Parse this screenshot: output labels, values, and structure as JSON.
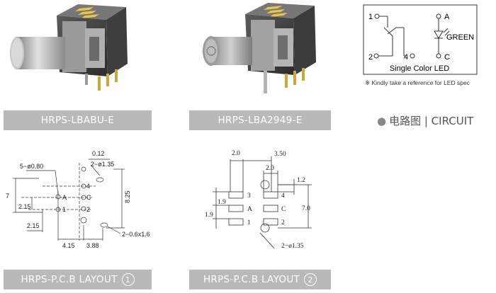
{
  "products": [
    {
      "caption": "HRPS-LBABU-E"
    },
    {
      "caption": "HRPS-LBA2949-E"
    }
  ],
  "circuit": {
    "label": "电路图 | CIRCUIT",
    "title": "Single Color LED",
    "pin1": "1",
    "pin2": "2",
    "pin4": "4",
    "pinA": "A",
    "pinC": "C",
    "led_color": "GREEN",
    "note": "※ Kindly take a reference for LED spec"
  },
  "layout1": {
    "caption": "HRPS-P.C.B LAYOUT",
    "number": "1",
    "dims": {
      "holes": "5−ø0.80",
      "w012": "0.12",
      "mount": "2−ø1.35",
      "h7": "7",
      "h215a": "2.15",
      "h215b": "2.15",
      "h825": "8.25",
      "slot": "2−0.6x1.6",
      "w415": "4.15",
      "w388": "3.88"
    },
    "pins": {
      "p4": "4",
      "pA": "A",
      "pC": "C",
      "p1": "1",
      "p2": "2"
    }
  },
  "layout2": {
    "caption": "HRPS-P.C.B LAYOUT",
    "number": "2",
    "dims": {
      "w20a": "2.0",
      "w350": "3.50",
      "w20b": "2.0",
      "h12": "1.2",
      "h19a": "1.9",
      "h19b": "1.9",
      "h70": "7.0",
      "mount": "2−ø1.35"
    },
    "pins": {
      "p3": "3",
      "pA": "A",
      "p1": "1",
      "p4": "4",
      "pC": "C",
      "p2": "2"
    }
  },
  "colors": {
    "caption_bar": "#b9b9b9",
    "pin_gold": "#e8c64a"
  }
}
